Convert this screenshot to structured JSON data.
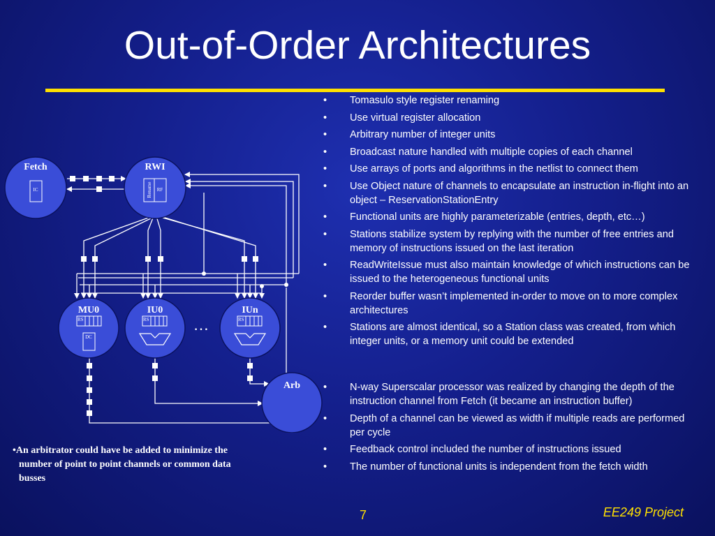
{
  "slide": {
    "title": "Out-of-Order Architectures",
    "page_number": "7",
    "footer": "EE249 Project"
  },
  "colors": {
    "background": "#141f8c",
    "title_rule": "#ffe000",
    "node_fill": "#3a4dd8",
    "footer_text": "#ffe000"
  },
  "bullets_top": [
    "Tomasulo style register renaming",
    "Use virtual register allocation",
    "Arbitrary number of integer units",
    "Broadcast nature handled with multiple copies of each channel",
    "Use arrays of ports and algorithms in the netlist to connect them",
    "Use Object nature of channels to encapsulate an instruction in-flight into an object – ReservationStationEntry",
    "Functional units are highly parameterizable (entries, depth, etc…)",
    "Stations stabilize system by replying with the number of free entries and memory of instructions issued on the last iteration",
    "ReadWriteIssue must also maintain knowledge of which instructions can be issued to the heterogeneous functional units",
    "Reorder buffer wasn’t implemented in-order to move on to more complex architectures",
    "Stations are almost identical, so a Station class was created, from which integer units, or a memory unit could be extended"
  ],
  "bullets_bottom": [
    "N-way Superscalar processor was realized by changing the depth of the instruction channel from Fetch (it became an instruction buffer)",
    "Depth of a channel can be viewed as width if multiple reads are performed per cycle",
    "Feedback control included the number of instructions issued",
    "The number of functional units is independent from the fetch width"
  ],
  "bullet_marker": "•",
  "note": {
    "lines": [
      "•An arbitrator could have be added to minimize the",
      "number of point to point channels or common data",
      "busses"
    ]
  },
  "diagram": {
    "nodes": {
      "fetch": {
        "label": "Fetch",
        "ic": "IC"
      },
      "rwi": {
        "label": "RWI",
        "rename": "Rename",
        "rf": "RF"
      },
      "mu0": {
        "label": "MU0",
        "rs": "RS",
        "dc": "DC"
      },
      "iu0": {
        "label": "IU0",
        "rs": "RS"
      },
      "iun": {
        "label": "IUn",
        "rs": "RS"
      },
      "arb": {
        "label": "Arb"
      }
    },
    "ellipsis": "…"
  }
}
